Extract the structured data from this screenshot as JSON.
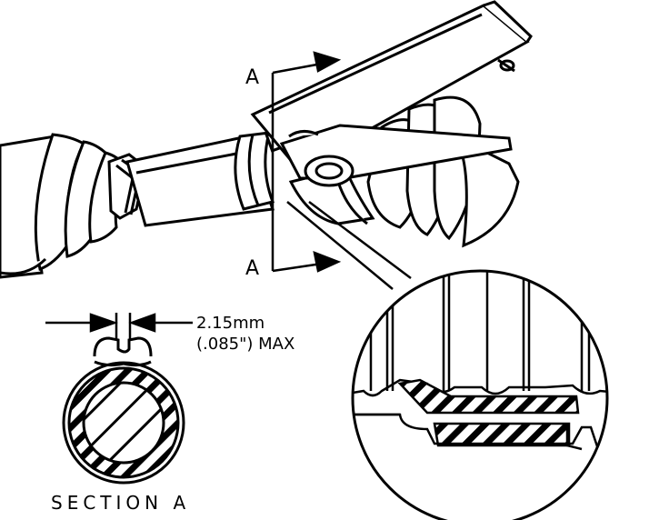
{
  "labels": {
    "section_marker_top": "A",
    "section_marker_bottom": "A",
    "dimension_value": "2.15mm",
    "dimension_imperial": "(.085\") MAX",
    "section_title": "SECTION A"
  },
  "colors": {
    "ink": "#000000",
    "paper": "#ffffff"
  }
}
